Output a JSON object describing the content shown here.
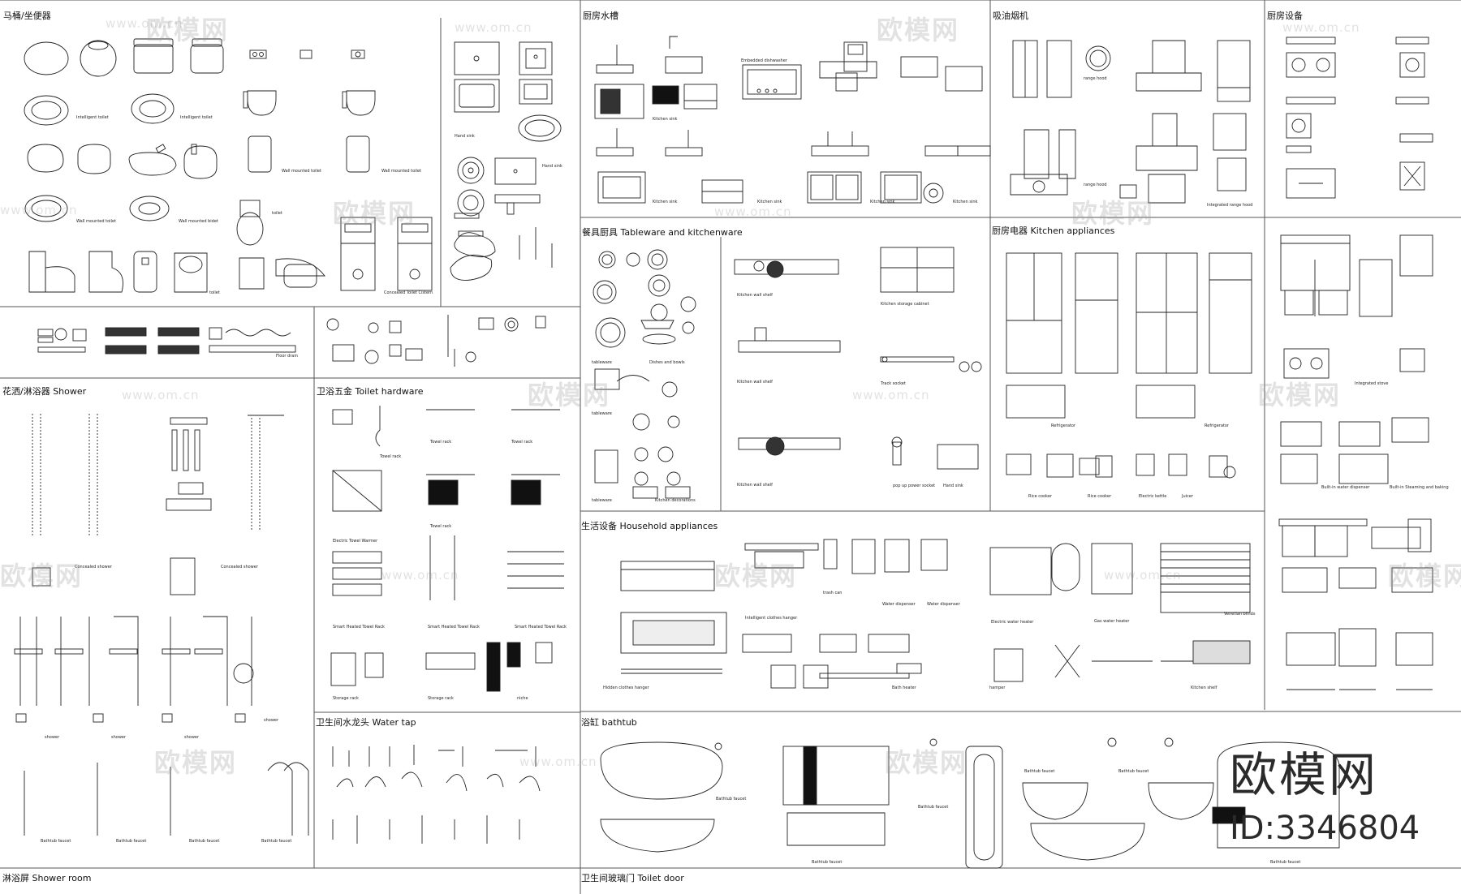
{
  "sections": {
    "toilet": "马桶/坐便器",
    "kitchen_sink": "厨房水槽",
    "range_hood": "吸油烟机",
    "kitchen_equipment": "厨房设备",
    "tableware": "餐具厨具 Tableware and kitchenware",
    "kitchen_appliances": "厨房电器 Kitchen appliances",
    "shower": "花洒/淋浴器 Shower",
    "toilet_hardware": "卫浴五金 Toilet hardware",
    "household_appliances": "生活设备 Household appliances",
    "water_tap": "卫生间水龙头 Water tap",
    "bathtub": "浴缸 bathtub",
    "shower_room": "淋浴屏 Shower room",
    "toilet_door": "卫生间玻璃门 Toilet door"
  },
  "labels": {
    "intelligent_toilet_a": "Intelligent toilet",
    "intelligent_toilet_b": "Intelligent toilet",
    "wall_mounted_toilet_a": "Wall mounted toilet",
    "wall_mounted_toilet_b": "Wall mounted toilet",
    "wall_mounted_toilet_c": "Wall mounted toilet",
    "wall_mounted_bidet": "Wall mounted bidet",
    "toilet_a": "toilet",
    "toilet_b": "toilet",
    "concealed_cistern": "Concealed Toilet Cistern",
    "hand_sink_a": "Hand sink",
    "hand_sink_b": "Hand sink",
    "floor_drain": "Floor drain",
    "embedded_dishwasher": "Embedded dishwasher",
    "kitchen_sink_a": "Kitchen sink",
    "kitchen_sink_b": "Kitchen sink",
    "kitchen_sink_c": "Kitchen sink",
    "kitchen_sink_d": "Kitchen sink",
    "kitchen_sink_e": "Kitchen sink",
    "range_hood_a": "range hood",
    "range_hood_b": "range hood",
    "integrated_range_hood": "Integrated range hood",
    "tableware_a": "tableware",
    "tableware_b": "tableware",
    "tableware_c": "tableware",
    "dishes_and_bowls": "Dishes and bowls",
    "kitchen_decorations": "Kitchen decorations",
    "kitchen_wall_shelf_1": "Kitchen wall shelf",
    "kitchen_wall_shelf_2": "Kitchen wall shelf",
    "kitchen_wall_shelf_3": "Kitchen wall shelf",
    "kitchen_storage_cabinet": "Kitchen storage cabinet",
    "track_socket": "Track socket",
    "pop_up_power_socket": "pop up power socket",
    "hand_sink_c": "Hand sink",
    "refrigerator_a": "Refrigerator",
    "refrigerator_b": "Refrigerator",
    "rice_cooker_a": "Rice cooker",
    "rice_cooker_b": "Rice cooker",
    "electric_kettle": "Electric kettle",
    "juicer": "Juicer",
    "integrated_stove": "Integrated stove",
    "built_in_water_dispenser": "Built-in water dispenser",
    "built_in_steaming_baking": "Built-in Steaming and baking",
    "concealed_shower_a": "Concealed shower",
    "concealed_shower_b": "Concealed shower",
    "shower_a": "shower",
    "shower_b": "shower",
    "shower_c": "shower",
    "shower_d": "shower",
    "bathtub_faucet_a": "Bathtub faucet",
    "bathtub_faucet_b": "Bathtub faucet",
    "bathtub_faucet_c": "Bathtub faucet",
    "bathtub_faucet_d": "Bathtub faucet",
    "bathtub_faucet_e": "Bathtub faucet",
    "bathtub_faucet_f": "Bathtub faucet",
    "towel_rack_a": "Towel rack",
    "towel_rack_b": "Towel rack",
    "towel_rack_c": "Towel rack",
    "towel_rack_d": "Towel rack",
    "electric_towel_warmer": "Electric Towel Warmer",
    "smart_heated_towel_rack_a": "Smart Heated Towel Rack",
    "smart_heated_towel_rack_b": "Smart Heated Towel Rack",
    "smart_heated_towel_rack_c": "Smart Heated Towel Rack",
    "storage_rack_a": "Storage rack",
    "storage_rack_b": "Storage rack",
    "niche": "niche",
    "trash_can": "trash can",
    "intelligent_clothes_hanger": "Intelligent clothes hanger",
    "water_dispenser_a": "Water dispenser",
    "water_dispenser_b": "Water dispenser",
    "electric_water_heater": "Electric water heater",
    "gas_water_heater": "Gas water heater",
    "venetian_blinds": "Venetian blinds",
    "hidden_clothes_hanger": "Hidden clothes hanger",
    "bath_heater": "Bath heater",
    "hamper": "hamper",
    "kitchen_shelf": "Kitchen shelf",
    "bathtub_faucet_g": "Bathtub faucet",
    "bathtub_faucet_h": "Bathtub faucet",
    "bathtub_faucet_i": "Bathtub faucet",
    "bathtub_faucet_j": "Bathtub faucet"
  },
  "watermark": {
    "url": "www.om.cn",
    "brand": "欧模网"
  },
  "corner_stamp": {
    "brand": "欧模网",
    "id": "ID:3346804"
  }
}
